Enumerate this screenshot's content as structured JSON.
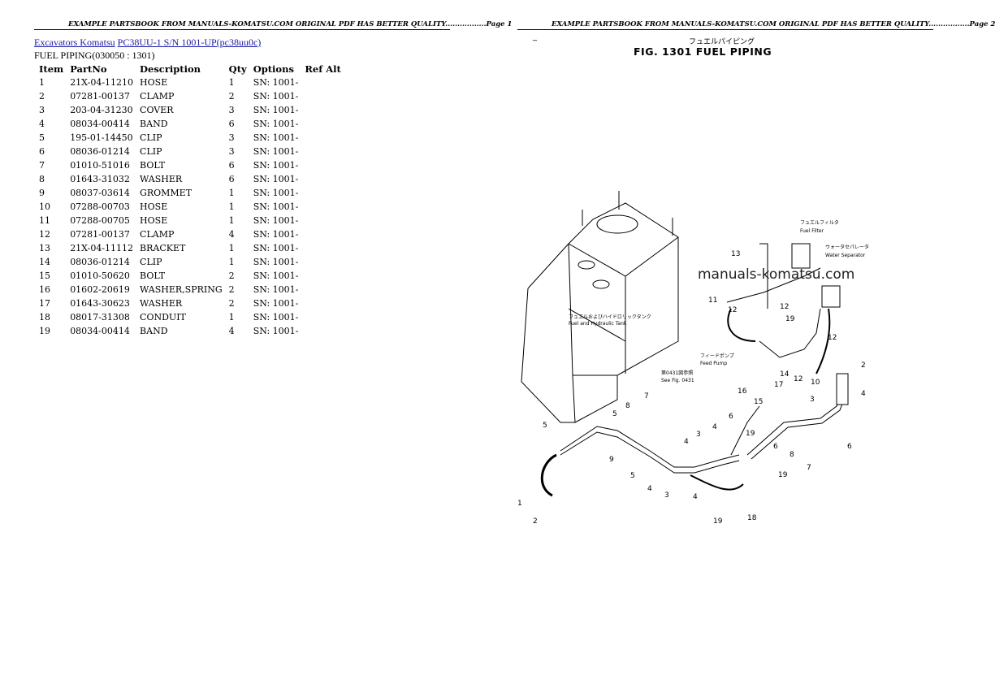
{
  "page": {
    "header_left": "EXAMPLE PARTSBOOK FROM MANUALS-KOMATSU.COM ORIGINAL PDF HAS BETTER QUALITY.................Page 1",
    "header_right": "EXAMPLE PARTSBOOK FROM MANUALS-KOMATSU.COM ORIGINAL PDF HAS BETTER QUALITY.................Page 2"
  },
  "breadcrumb": {
    "link1": "Excavators Komatsu",
    "link2": "PC38UU-1 S/N 1001-UP(pc38uu0c)"
  },
  "section_title": "FUEL PIPING(030050 : 1301)",
  "table": {
    "headers": [
      "Item",
      "PartNo",
      "Description",
      "Qty",
      "Options",
      "Ref Alt"
    ],
    "rows": [
      [
        "1",
        "21X-04-11210",
        "HOSE",
        "1",
        "SN: 1001-",
        ""
      ],
      [
        "2",
        "07281-00137",
        "CLAMP",
        "2",
        "SN: 1001-",
        ""
      ],
      [
        "3",
        "203-04-31230",
        "COVER",
        "3",
        "SN: 1001-",
        ""
      ],
      [
        "4",
        "08034-00414",
        "BAND",
        "6",
        "SN: 1001-",
        ""
      ],
      [
        "5",
        "195-01-14450",
        "CLIP",
        "3",
        "SN: 1001-",
        ""
      ],
      [
        "6",
        "08036-01214",
        "CLIP",
        "3",
        "SN: 1001-",
        ""
      ],
      [
        "7",
        "01010-51016",
        "BOLT",
        "6",
        "SN: 1001-",
        ""
      ],
      [
        "8",
        "01643-31032",
        "WASHER",
        "6",
        "SN: 1001-",
        ""
      ],
      [
        "9",
        "08037-03614",
        "GROMMET",
        "1",
        "SN: 1001-",
        ""
      ],
      [
        "10",
        "07288-00703",
        "HOSE",
        "1",
        "SN: 1001-",
        ""
      ],
      [
        "11",
        "07288-00705",
        "HOSE",
        "1",
        "SN: 1001-",
        ""
      ],
      [
        "12",
        "07281-00137",
        "CLAMP",
        "4",
        "SN: 1001-",
        ""
      ],
      [
        "13",
        "21X-04-11112",
        "BRACKET",
        "1",
        "SN: 1001-",
        ""
      ],
      [
        "14",
        "08036-01214",
        "CLIP",
        "1",
        "SN: 1001-",
        ""
      ],
      [
        "15",
        "01010-50620",
        "BOLT",
        "2",
        "SN: 1001-",
        ""
      ],
      [
        "16",
        "01602-20619",
        "WASHER,SPRING",
        "2",
        "SN: 1001-",
        ""
      ],
      [
        "17",
        "01643-30623",
        "WASHER",
        "2",
        "SN: 1001-",
        ""
      ],
      [
        "18",
        "08017-31308",
        "CONDUIT",
        "1",
        "SN: 1001-",
        ""
      ],
      [
        "19",
        "08034-00414",
        "BAND",
        "4",
        "SN: 1001-",
        ""
      ]
    ]
  },
  "figure": {
    "dash": "_",
    "title_jp": "フュエルパイピング",
    "title": "FIG. 1301  FUEL PIPING",
    "watermark": "manuals-komatsu.com",
    "notes": {
      "tank_jp": "フュエルおよびハイドロリックタンク",
      "tank_en": "Fuel and Hydraulic Tank",
      "filter_jp": "フュエルフィルタ",
      "filter_en": "Fuel Filter",
      "separator_jp": "ウォータセパレータ",
      "separator_en": "Water Separator",
      "pump_jp": "フィードポンプ",
      "pump_en": "Feed Pump",
      "ref_jp": "第0431図参照",
      "ref_en": "See Fig. 0431"
    },
    "callouts": [
      "1",
      "2",
      "3",
      "4",
      "5",
      "6",
      "7",
      "8",
      "9",
      "10",
      "11",
      "12",
      "13",
      "14",
      "15",
      "16",
      "17",
      "18",
      "19"
    ]
  }
}
